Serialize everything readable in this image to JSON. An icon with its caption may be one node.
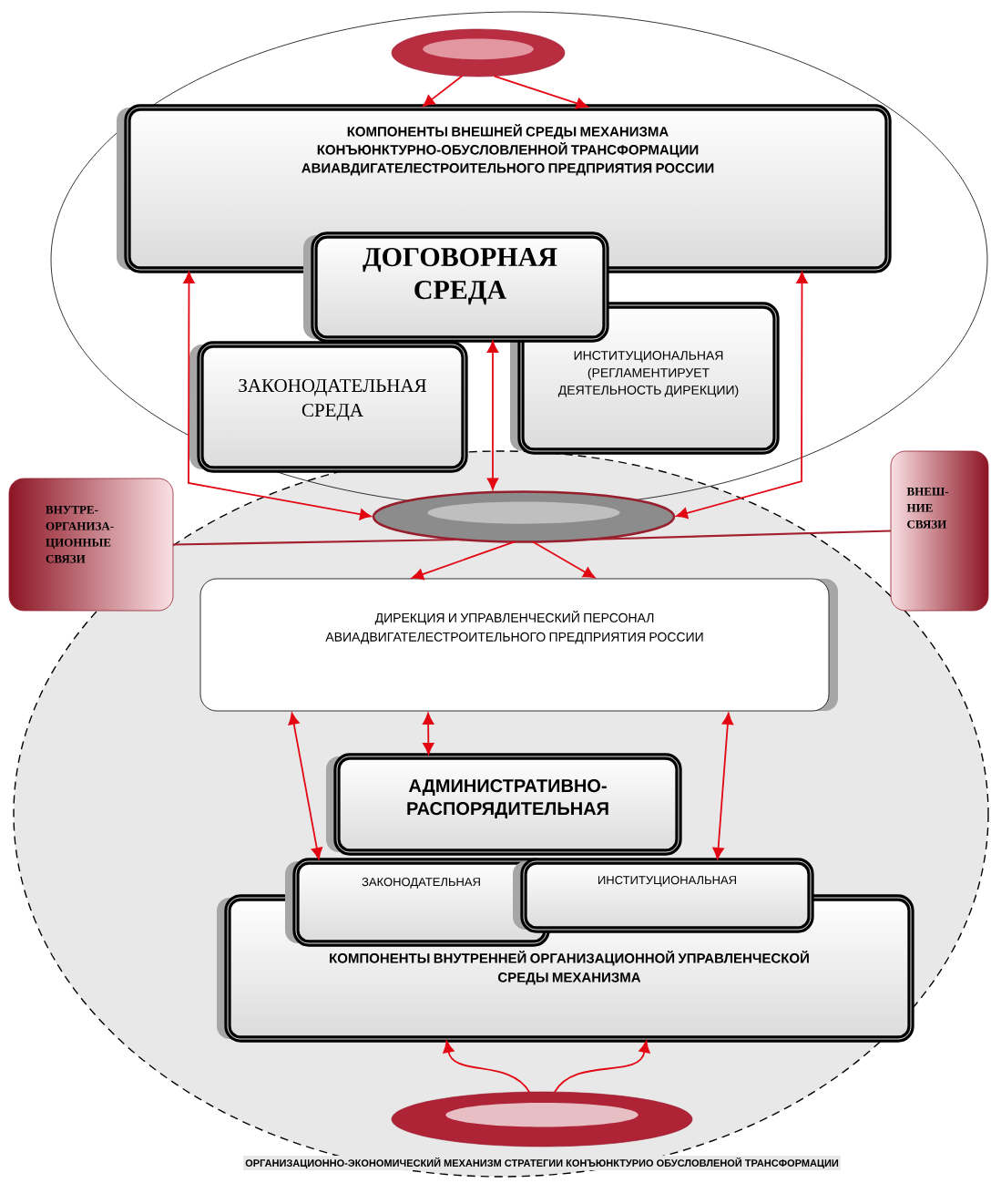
{
  "diagram": {
    "nodes": [
      {
        "text": [],
        "shape": "ellipse"
      },
      {
        "text": [
          "КОМПОНЕНТЫ ВНЕШНЕЙ СРЕДЫ МЕХАНИЗМА КОНЪЮНКТУРНО-ОБУСЛОВЛЕННОЙ ТРАНСФОРМАЦИИ АВИАВДИГАТЕЛЕСТРОИТЕЛЬНОГО ПРЕДПРИЯТИЯ РОССИИ"
        ]
      },
      {
        "text": [
          "ДОГОВОРНАЯ СРЕДА"
        ]
      },
      {
        "text": [
          "ЗАКОНОДАТЕЛЬНАЯ СРЕДА"
        ]
      },
      {
        "text": [
          "ИНСТИТУЦИОНАЛЬНАЯ (РЕГЛАМЕНТИРУЕТ ДЕЯТЕЛЬНОСТЬ ДИРЕКЦИИ)"
        ]
      },
      {
        "text": [],
        "shape": "ellipse"
      },
      {
        "text": [
          "ВНУТРЕ- ОРГАНИЗА- ЦИОННЫЕ СВЯЗИ"
        ]
      },
      {
        "text": [
          "ВНЕШ- НИЕ СВЯЗИ"
        ]
      },
      {
        "text": [
          "ДИРЕКЦИЯ И УПРАВЛЕНЧЕСКИЙ ПЕРСОНАЛ АВИАДВИГАТЕЛЕСТРОИТЕЛЬНОГО ПРЕДПРИЯТИЯ РОССИИ"
        ]
      },
      {
        "text": [
          "АДМИНИСТРАТИВНО-РАСПОРЯДИТЕЛЬНАЯ"
        ]
      },
      {
        "text": [
          "ЗАКОНОДАТЕЛЬНАЯ"
        ]
      },
      {
        "text": [
          "ИНСТИТУЦИОНАЛЬНАЯ"
        ]
      },
      {
        "text": [
          "КОМПОНЕНТЫ ВНУТРЕННЕЙ ОРГАНИЗАЦИОННОЙ УПРАВЛЕНЧЕСКОЙ СРЕДЫ МЕХАНИЗМА"
        ]
      },
      {
        "text": [],
        "shape": "ellipse"
      }
    ],
    "edges": [
      {
        "from": 0,
        "to": 1,
        "arrow": "to"
      },
      {
        "from": 0,
        "to": 1,
        "arrow": "to"
      },
      {
        "from": 5,
        "to": 1,
        "arrow": "both"
      },
      {
        "from": 5,
        "to": 1,
        "arrow": "both"
      },
      {
        "from": 2,
        "to": 5,
        "arrow": "both"
      },
      {
        "from": 6,
        "to": 5,
        "arrow": "none",
        "color": "#a3202f"
      },
      {
        "from": 7,
        "to": 5,
        "arrow": "none",
        "color": "#a3202f"
      },
      {
        "from": 5,
        "to": 8,
        "arrow": "to"
      },
      {
        "from": 5,
        "to": 8,
        "arrow": "to"
      },
      {
        "from": 8,
        "to": 9,
        "arrow": "both"
      },
      {
        "from": 8,
        "to": 10,
        "arrow": "both"
      },
      {
        "from": 8,
        "to": 11,
        "arrow": "both"
      },
      {
        "from": 13,
        "to": 12,
        "arrow": "to"
      },
      {
        "from": 13,
        "to": 12,
        "arrow": "to"
      }
    ],
    "labels": [
      "ОРГАНИЗАЦИОННО-ЭКОНОМИЧЕСКИЙ МЕХАНИЗМ СТРАТЕГИИ КОНЪЮНКТУРИО ОБУСЛОВЛЕНОЙ ТРАНСФОРМАЦИИ"
    ]
  }
}
